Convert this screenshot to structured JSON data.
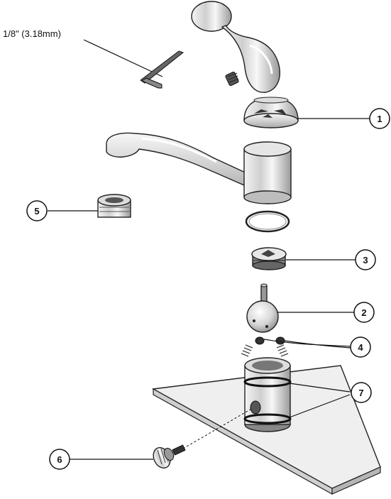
{
  "wrench_size_label": "1/8\" (3.18mm)",
  "callouts": [
    {
      "number": "1",
      "part": "cap-ring"
    },
    {
      "number": "2",
      "part": "ball"
    },
    {
      "number": "3",
      "part": "cam-assembly"
    },
    {
      "number": "4",
      "part": "seats-and-springs"
    },
    {
      "number": "5",
      "part": "aerator"
    },
    {
      "number": "6",
      "part": "diverter-screw"
    },
    {
      "number": "7",
      "part": "o-rings"
    }
  ]
}
